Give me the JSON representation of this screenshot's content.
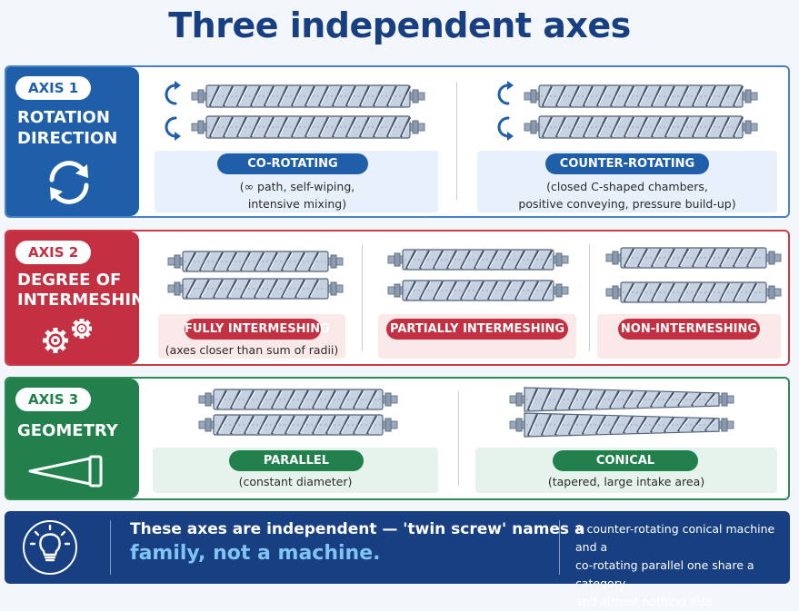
{
  "title": "Three independent axes",
  "colors": {
    "axis1": "#1f5fa9",
    "axis2": "#c23041",
    "axis3": "#21804c",
    "footer": "#173f82",
    "highlight": "#7fc4f4"
  },
  "axes": [
    {
      "tag": "AXIS 1",
      "name_lines": [
        "ROTATION",
        "DIRECTION"
      ],
      "icon": "circular-arrows-icon",
      "options": [
        {
          "label": "CO-ROTATING",
          "desc_lines": [
            "(∞ path, self-wiping,",
            "intensive mixing)"
          ],
          "rotation": "co"
        },
        {
          "label": "COUNTER-ROTATING",
          "desc_lines": [
            "(closed C-shaped chambers,",
            "positive conveying, pressure build-up)"
          ],
          "rotation": "counter"
        }
      ]
    },
    {
      "tag": "AXIS 2",
      "name_lines": [
        "DEGREE OF",
        "INTERMESHING"
      ],
      "icon": "gears-icon",
      "options": [
        {
          "label": "FULLY INTERMESHING",
          "desc_lines": [
            "(axes closer than sum of radii)"
          ],
          "mesh": "full"
        },
        {
          "label": "PARTIALLY INTERMESHING",
          "desc_lines": [],
          "mesh": "partial"
        },
        {
          "label": "NON-INTERMESHING",
          "desc_lines": [],
          "mesh": "none"
        }
      ]
    },
    {
      "tag": "AXIS 3",
      "name_lines": [
        "GEOMETRY"
      ],
      "icon": "cone-icon",
      "options": [
        {
          "label": "PARALLEL",
          "desc_lines": [
            "(constant diameter)"
          ],
          "geometry": "parallel"
        },
        {
          "label": "CONICAL",
          "desc_lines": [
            "(tapered, large intake area)"
          ],
          "geometry": "conical"
        }
      ]
    }
  ],
  "footer": {
    "icon": "lightbulb-icon",
    "line1": "These axes are independent — 'twin screw' names a",
    "line2": "family, not a machine.",
    "right_lines": [
      "A counter-rotating conical machine and a",
      "co-rotating parallel one share a category",
      "and almost nothing else."
    ]
  }
}
